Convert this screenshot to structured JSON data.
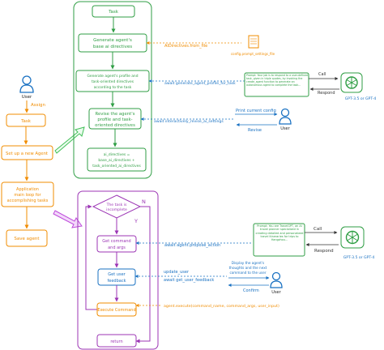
{
  "left": {
    "user": "User",
    "assign": "Assign",
    "task": "Task",
    "setup": "Set up a new Agent",
    "app_line1": "Application",
    "app_line2": "main loop for",
    "app_line3": "accomplishing tasks",
    "save": "Save agent"
  },
  "top": {
    "task": "Task",
    "gen1": "Generate agent's",
    "gen2": "base ai directives",
    "ai_file_label": "AIDirectives.from_file",
    "ai_file_name": "config.prompt_settings_file",
    "prof1": "Generate agent's profile and",
    "prof2": "task-oriented directives",
    "prof3": "according to the task",
    "prof_label": "await generate_agent_profile_for_task",
    "prompt_box": "Prompt: Your job is to respond to a user-defined task, given in triple quotes, by invoking the create_agent function to generate an autonomous agent to complete the task...",
    "call": "Call",
    "respond": "Respond",
    "gpt": "GPT-3.5 or GPT-4",
    "rev1": "Revise the agent's",
    "rev2": "profile and task-",
    "rev3": "oriented directives",
    "rev_label": "await interactively_revise_ai_settings",
    "print_cfg": "Print current config",
    "revise": "Revise",
    "user": "User",
    "sum1": "ai_directives =",
    "sum2": "base_ai_directives +",
    "sum3": "task_oriented_ai_directives"
  },
  "bottom": {
    "incomplete1": "The task is",
    "incomplete2": "incomplete",
    "n": "N",
    "y": "Y",
    "get1": "Get command",
    "get2": "and args",
    "propose": "await agent.propose_action",
    "prompt_box": "Prompt: You are TravelGPT, an AI travel planner specialized in creating detailed and personalized travel itineraries for trips to Hangzhou...",
    "call": "Call",
    "respond": "Respond",
    "gpt": "GPT-3.5 or GPT-4",
    "fb1": "Get user",
    "fb2": "feedback",
    "update_user": "update_user",
    "get_feedback": "await get_user_feedback",
    "display1": "Display the agent's",
    "display2": "thoughts and the next",
    "display3": "command to the user",
    "confirm": "Confirm",
    "user": "User",
    "exec": "Execute Command",
    "exec_label": "agent.execute(command_name, command_args, user_input)",
    "ret": "return"
  },
  "colors": {
    "orange": "#f08c00",
    "green": "#2f9e44",
    "blue": "#1971c2",
    "purple": "#9c36b5",
    "text": "#1e1e1e"
  }
}
